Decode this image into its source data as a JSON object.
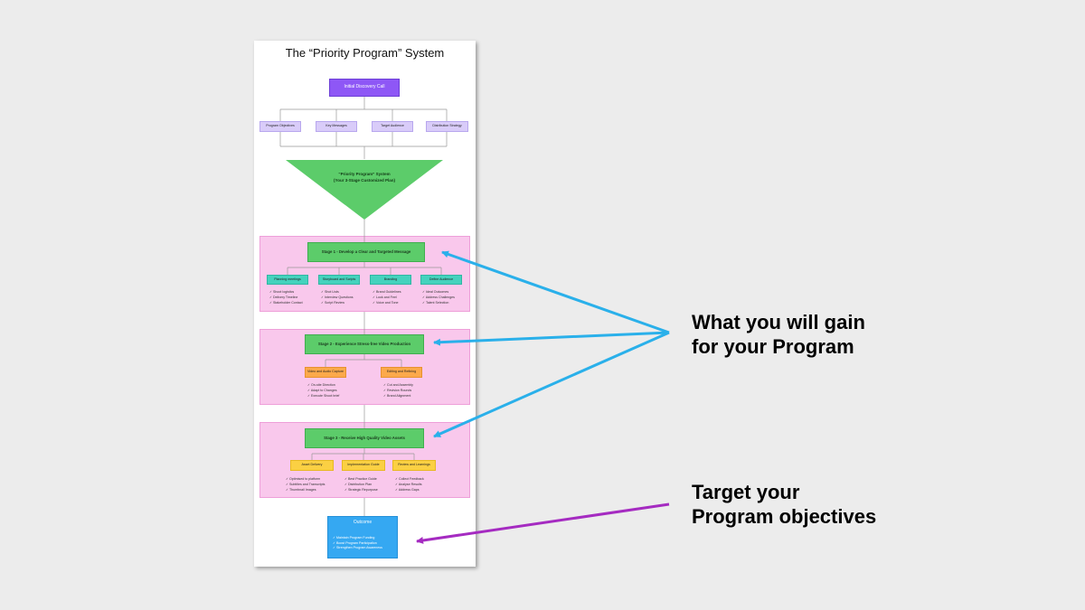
{
  "diagram": {
    "title": "The “Priority Program” System",
    "discovery": "Initial Discovery Call",
    "inputs": [
      "Program Objectives",
      "Key Messages",
      "Target Audience",
      "Distribution Strategy"
    ],
    "system_line1": "“Priority Program” System",
    "system_line2": "(Your 3-Stage Customized Plan)",
    "stage1": {
      "title": "Stage 1 - Develop a Clear and Targeted Message",
      "cols": [
        {
          "label": "Planning meetings",
          "items": [
            "Shoot logistics",
            "Delivery Timeline",
            "Stakeholder Contact"
          ]
        },
        {
          "label": "Storyboard and Scripts",
          "items": [
            "Shot Lists",
            "Interview Questions",
            "Script Review"
          ]
        },
        {
          "label": "Branding",
          "items": [
            "Brand Guidelines",
            "Look and Feel",
            "Voice and Tone"
          ]
        },
        {
          "label": "Define Audience",
          "items": [
            "Ideal Outcomes",
            "Address Challenges",
            "Talent Selection"
          ]
        }
      ]
    },
    "stage2": {
      "title": "Stage 2 - Experience Stress-free Video Production",
      "cols": [
        {
          "label": "Video and Audio Capture",
          "items": [
            "On-site Direction",
            "Adapt to Changes",
            "Execute Shoot brief"
          ]
        },
        {
          "label": "Editing and Refining",
          "items": [
            "Cut and Assembly",
            "Revision Rounds",
            "Brand Alignment"
          ]
        }
      ]
    },
    "stage3": {
      "title": "Stage 3 - Receive High Quality Video Assets",
      "cols": [
        {
          "label": "Asset Delivery",
          "items": [
            "Optimised to platform",
            "Subtitles and Transcripts",
            "Thumbnail Images"
          ]
        },
        {
          "label": "Implementation Guide",
          "items": [
            "Best Practice Guide",
            "Distribution Plan",
            "Strategic Repurpose"
          ]
        },
        {
          "label": "Review and Learnings",
          "items": [
            "Collect Feedback",
            "Analyse Results",
            "Address Gaps"
          ]
        }
      ]
    },
    "outcome": {
      "title": "Outcome",
      "items": [
        "Maintain Program Funding",
        "Boost Program Participation",
        "Strengthen Program Awareness"
      ]
    }
  },
  "annotations": {
    "gain_line1": "What you will gain",
    "gain_line2": "for your Program",
    "target_line1": "Target your",
    "target_line2": "Program objectives"
  },
  "colors": {
    "discovery": "#8e57f6",
    "stage_bg": "#f9c8ec",
    "stage_title": "#5ccc6a",
    "system_triangle": "#5ccc6a",
    "stage1_boxes": "#45d2bd",
    "stage2_boxes": "#fca94b",
    "stage3_boxes": "#fbd043",
    "outcome": "#35a8f2",
    "gain_arrows": "#2ab0ea",
    "target_arrow": "#a52bc1"
  }
}
